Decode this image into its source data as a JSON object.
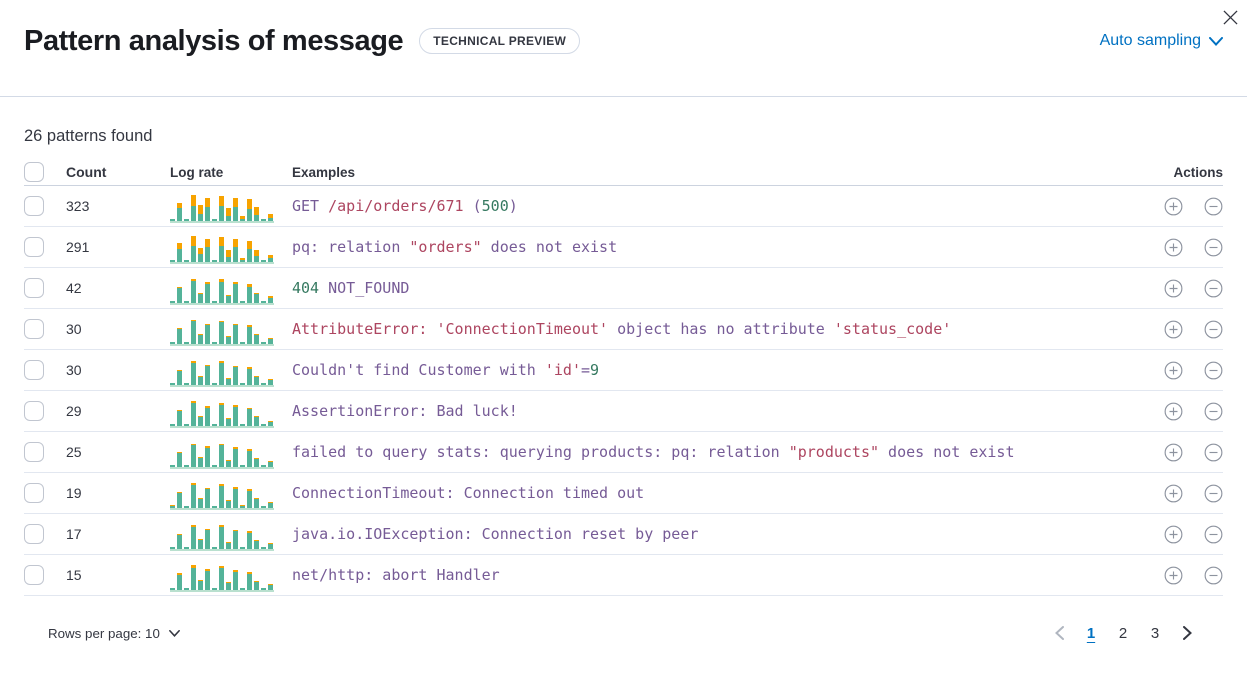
{
  "header": {
    "title": "Pattern analysis of message",
    "badge": "TECHNICAL PREVIEW",
    "sampling_label": "Auto sampling"
  },
  "summary": "26 patterns found",
  "table": {
    "columns": {
      "count": "Count",
      "log_rate": "Log rate",
      "examples": "Examples",
      "actions": "Actions"
    }
  },
  "icons": {
    "close": "close-x",
    "sampling_chevron": "chevron-down",
    "rows_chevron": "chevron-down",
    "prev": "chevron-left",
    "next": "chevron-right",
    "row_expand": "plus-circle",
    "row_collapse": "minus-circle"
  },
  "colors": {
    "accent_blue": "#0071c2",
    "title_text": "#1a1c21",
    "body_text": "#343741",
    "divider": "#d3dae6",
    "bar_teal": "#54b399",
    "bar_orange": "#f7a300",
    "code_purple": "#765b96",
    "code_red": "#ad4560",
    "code_green": "#357960"
  },
  "rows": [
    {
      "count": "323",
      "sparkline": [
        [
          2,
          0
        ],
        [
          13,
          5
        ],
        [
          2,
          0
        ],
        [
          15,
          11
        ],
        [
          7,
          9
        ],
        [
          14,
          9
        ],
        [
          2,
          0
        ],
        [
          15,
          10
        ],
        [
          5,
          8
        ],
        [
          14,
          9
        ],
        [
          2,
          3
        ],
        [
          12,
          10
        ],
        [
          6,
          8
        ],
        [
          2,
          0
        ],
        [
          3,
          4
        ]
      ],
      "example": [
        {
          "t": "GET ",
          "c": "purple"
        },
        {
          "t": "/api/orders/671",
          "c": "red"
        },
        {
          "t": " (",
          "c": "purple"
        },
        {
          "t": "500",
          "c": "green"
        },
        {
          "t": ")",
          "c": "purple"
        }
      ]
    },
    {
      "count": "291",
      "sparkline": [
        [
          2,
          0
        ],
        [
          13,
          6
        ],
        [
          2,
          0
        ],
        [
          16,
          10
        ],
        [
          8,
          6
        ],
        [
          15,
          8
        ],
        [
          2,
          0
        ],
        [
          16,
          9
        ],
        [
          5,
          7
        ],
        [
          15,
          8
        ],
        [
          2,
          2
        ],
        [
          13,
          8
        ],
        [
          6,
          6
        ],
        [
          2,
          0
        ],
        [
          4,
          3
        ]
      ],
      "example": [
        {
          "t": "pq: relation ",
          "c": "purple"
        },
        {
          "t": "\"orders\"",
          "c": "red"
        },
        {
          "t": " does not exist",
          "c": "purple"
        }
      ]
    },
    {
      "count": "42",
      "sparkline": [
        [
          2,
          0
        ],
        [
          15,
          1
        ],
        [
          2,
          0
        ],
        [
          22,
          2
        ],
        [
          9,
          1
        ],
        [
          19,
          2
        ],
        [
          2,
          0
        ],
        [
          21,
          3
        ],
        [
          7,
          1
        ],
        [
          19,
          2
        ],
        [
          2,
          0
        ],
        [
          16,
          3
        ],
        [
          9,
          1
        ],
        [
          2,
          0
        ],
        [
          5,
          2
        ]
      ],
      "example": [
        {
          "t": "404",
          "c": "green"
        },
        {
          "t": " NOT_FOUND",
          "c": "purple"
        }
      ]
    },
    {
      "count": "30",
      "sparkline": [
        [
          2,
          0
        ],
        [
          15,
          1
        ],
        [
          2,
          0
        ],
        [
          23,
          1
        ],
        [
          9,
          1
        ],
        [
          19,
          1
        ],
        [
          2,
          0
        ],
        [
          22,
          1
        ],
        [
          7,
          1
        ],
        [
          19,
          1
        ],
        [
          2,
          0
        ],
        [
          17,
          2
        ],
        [
          9,
          1
        ],
        [
          2,
          0
        ],
        [
          5,
          1
        ]
      ],
      "example": [
        {
          "t": "AttributeError: ",
          "c": "red"
        },
        {
          "t": "'ConnectionTimeout'",
          "c": "red"
        },
        {
          "t": " object has no attribute ",
          "c": "purple"
        },
        {
          "t": "'status_code'",
          "c": "red"
        }
      ]
    },
    {
      "count": "30",
      "sparkline": [
        [
          2,
          0
        ],
        [
          14,
          1
        ],
        [
          2,
          0
        ],
        [
          22,
          2
        ],
        [
          8,
          1
        ],
        [
          19,
          1
        ],
        [
          2,
          0
        ],
        [
          22,
          2
        ],
        [
          6,
          1
        ],
        [
          18,
          1
        ],
        [
          2,
          0
        ],
        [
          16,
          2
        ],
        [
          8,
          1
        ],
        [
          2,
          0
        ],
        [
          5,
          1
        ]
      ],
      "example": [
        {
          "t": "Couldn't find Customer with ",
          "c": "purple"
        },
        {
          "t": "'id'",
          "c": "red"
        },
        {
          "t": "=",
          "c": "purple"
        },
        {
          "t": "9",
          "c": "green"
        }
      ]
    },
    {
      "count": "29",
      "sparkline": [
        [
          2,
          0
        ],
        [
          15,
          1
        ],
        [
          2,
          0
        ],
        [
          23,
          2
        ],
        [
          9,
          1
        ],
        [
          18,
          2
        ],
        [
          2,
          0
        ],
        [
          21,
          2
        ],
        [
          7,
          1
        ],
        [
          19,
          2
        ],
        [
          2,
          0
        ],
        [
          17,
          1
        ],
        [
          9,
          1
        ],
        [
          2,
          0
        ],
        [
          4,
          1
        ]
      ],
      "example": [
        {
          "t": "AssertionError: Bad luck!",
          "c": "purple"
        }
      ]
    },
    {
      "count": "25",
      "sparkline": [
        [
          2,
          0
        ],
        [
          14,
          1
        ],
        [
          2,
          0
        ],
        [
          22,
          1
        ],
        [
          9,
          1
        ],
        [
          19,
          2
        ],
        [
          2,
          0
        ],
        [
          22,
          1
        ],
        [
          6,
          1
        ],
        [
          18,
          2
        ],
        [
          2,
          0
        ],
        [
          16,
          2
        ],
        [
          8,
          1
        ],
        [
          2,
          0
        ],
        [
          5,
          1
        ]
      ],
      "example": [
        {
          "t": "failed to query stats: querying products: pq: relation ",
          "c": "purple"
        },
        {
          "t": "\"products\"",
          "c": "red"
        },
        {
          "t": " does not exist",
          "c": "purple"
        }
      ]
    },
    {
      "count": "19",
      "sparkline": [
        [
          2,
          1
        ],
        [
          15,
          1
        ],
        [
          2,
          0
        ],
        [
          23,
          2
        ],
        [
          9,
          1
        ],
        [
          19,
          1
        ],
        [
          2,
          0
        ],
        [
          22,
          2
        ],
        [
          7,
          1
        ],
        [
          19,
          2
        ],
        [
          2,
          1
        ],
        [
          17,
          2
        ],
        [
          9,
          1
        ],
        [
          2,
          0
        ],
        [
          5,
          1
        ]
      ],
      "example": [
        {
          "t": "ConnectionTimeout: Connection timed out",
          "c": "purple"
        }
      ]
    },
    {
      "count": "17",
      "sparkline": [
        [
          2,
          0
        ],
        [
          14,
          1
        ],
        [
          2,
          0
        ],
        [
          22,
          2
        ],
        [
          9,
          1
        ],
        [
          19,
          1
        ],
        [
          2,
          0
        ],
        [
          22,
          2
        ],
        [
          6,
          1
        ],
        [
          18,
          1
        ],
        [
          2,
          0
        ],
        [
          16,
          2
        ],
        [
          8,
          1
        ],
        [
          2,
          0
        ],
        [
          5,
          1
        ]
      ],
      "example": [
        {
          "t": "java.io.IOException: Connection reset by peer",
          "c": "purple"
        }
      ]
    },
    {
      "count": "15",
      "sparkline": [
        [
          2,
          0
        ],
        [
          15,
          2
        ],
        [
          2,
          0
        ],
        [
          22,
          3
        ],
        [
          9,
          1
        ],
        [
          19,
          2
        ],
        [
          2,
          0
        ],
        [
          22,
          2
        ],
        [
          7,
          1
        ],
        [
          18,
          2
        ],
        [
          2,
          0
        ],
        [
          16,
          2
        ],
        [
          8,
          1
        ],
        [
          2,
          0
        ],
        [
          5,
          1
        ]
      ],
      "example": [
        {
          "t": "net/http: abort Handler",
          "c": "purple"
        }
      ]
    }
  ],
  "footer": {
    "rows_per_page_label": "Rows per page: 10",
    "pages": [
      "1",
      "2",
      "3"
    ],
    "active_page": "1"
  }
}
